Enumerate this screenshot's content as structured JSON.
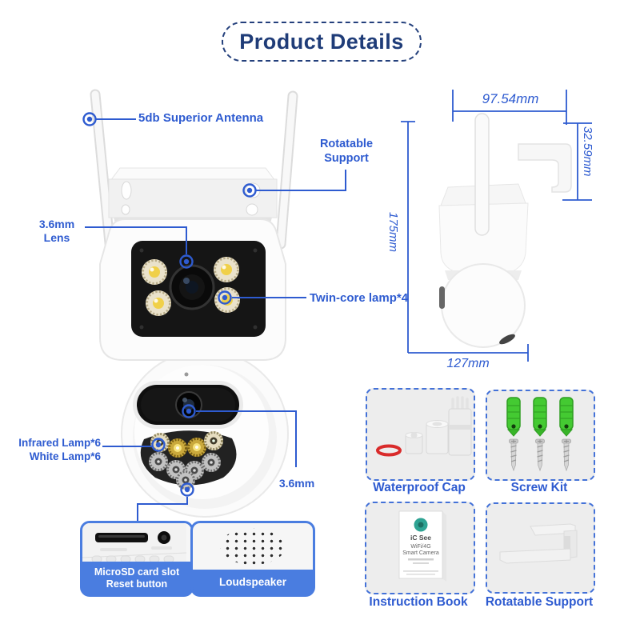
{
  "title": "Product Details",
  "colors": {
    "title_navy": "#1f3c78",
    "callout_blue": "#2e5bd0",
    "card_blue": "#4a7de0",
    "dashed_border_blue": "#4472d8",
    "card_bg": "#ededed",
    "anchor_green": "#3fc830",
    "seal_red": "#d92b2b",
    "logo_teal": "#2ea393"
  },
  "callouts": {
    "antenna": "5db Superior Antenna",
    "rotatable_support": "Rotatable Support",
    "lens_top": "3.6mm Lens",
    "twin_lamp": "Twin-core lamp*4",
    "infrared_lamp": "Infrared Lamp*6",
    "white_lamp": "White Lamp*6",
    "lens_bottom": "3.6mm"
  },
  "dimensions": {
    "width_top": "97.54mm",
    "bracket_height": "32.59mm",
    "body_height": "175mm",
    "body_width": "127mm"
  },
  "accessories": [
    {
      "label": "Waterproof Cap"
    },
    {
      "label": "Screw Kit"
    },
    {
      "label": "Instruction Book"
    },
    {
      "label": "Rotatable Support"
    }
  ],
  "ports": {
    "microsd_line1": "MicroSD card slot",
    "microsd_line2": "Reset button",
    "loudspeaker": "Loudspeaker"
  },
  "booklet": {
    "brand": "iC See",
    "line1": "WiFi/4G",
    "line2": "Smart Camera"
  }
}
